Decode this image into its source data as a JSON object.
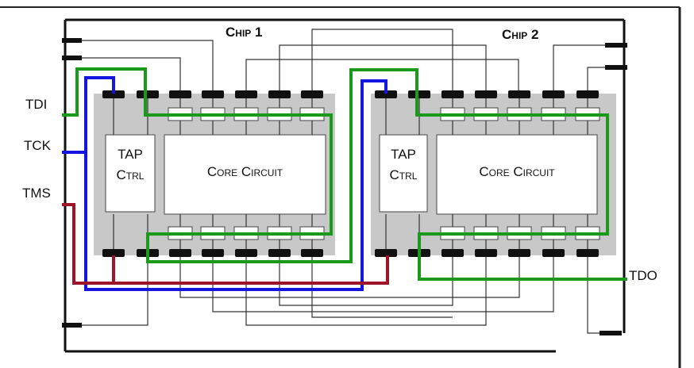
{
  "diagram": {
    "chips": [
      {
        "title": "Chip 1",
        "tap_line1": "TAP",
        "tap_line2": "Ctrl",
        "core": "Core Circuit"
      },
      {
        "title": "Chip 2",
        "tap_line1": "TAP",
        "tap_line2": "Ctrl",
        "core": "Core Circuit"
      }
    ],
    "signals": {
      "tdi": "TDI",
      "tck": "TCK",
      "tms": "TMS",
      "tdo": "TDO"
    },
    "colors": {
      "tdi_tdo_chain": "#1a9a1a",
      "tck": "#1515e0",
      "tms": "#a0142a",
      "chip_bg": "#c8c8c8",
      "pin": "#111111"
    }
  }
}
